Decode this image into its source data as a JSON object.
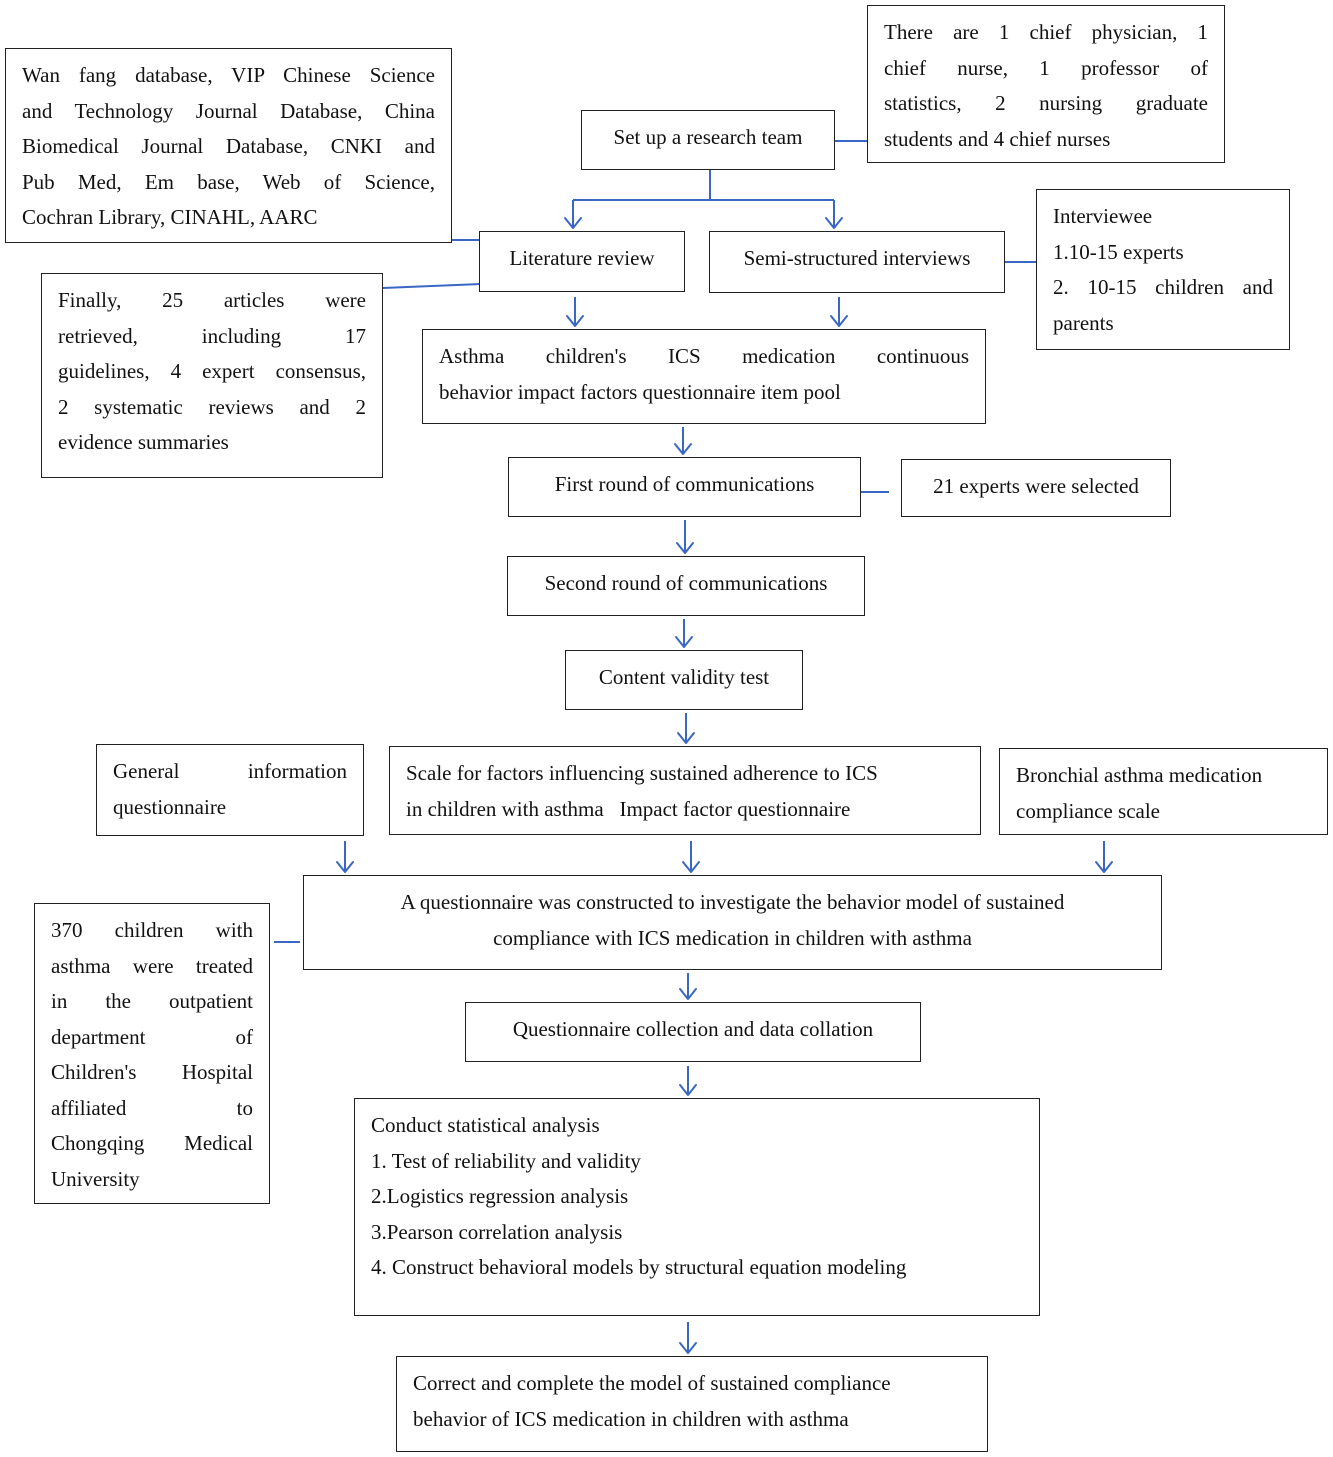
{
  "diagram": {
    "nodes": {
      "team_members": [
        "There are 1 chief physician, 1",
        "chief nurse, 1 professor of",
        "statistics, 2 nursing graduate",
        "students and 4 chief nurses"
      ],
      "databases": [
        "Wan fang database, VIP Chinese Science",
        "and Technology Journal Database, China",
        "Biomedical Journal Database, CNKI and",
        "Pub Med, Em base, Web of Science,",
        "Cochran Library, CINAHL, AARC"
      ],
      "research_team": [
        "Set up a research team"
      ],
      "literature_review": [
        "Literature review"
      ],
      "interviews": [
        "Semi-structured interviews"
      ],
      "interviewee": [
        "Interviewee",
        "1.10-15 experts",
        "2. 10-15 children and",
        "parents"
      ],
      "articles": [
        "Finally, 25 articles were",
        "retrieved, including 17",
        "guidelines, 4 expert consensus,",
        "2 systematic reviews and 2",
        "evidence summaries"
      ],
      "item_pool": [
        "Asthma children's ICS medication continuous",
        "behavior impact factors questionnaire item pool"
      ],
      "first_round": [
        "First round of communications"
      ],
      "experts_selected": [
        "21 experts were selected"
      ],
      "second_round": [
        "Second round of communications"
      ],
      "validity_test": [
        "Content validity test"
      ],
      "general_info": [
        "General information",
        "questionnaire"
      ],
      "scale_factors": [
        "Scale for factors influencing sustained adherence to ICS",
        "in children with asthma   Impact factor questionnaire"
      ],
      "compliance_scale": [
        "Bronchial asthma medication",
        "compliance scale"
      ],
      "constructed_questionnaire": [
        "A questionnaire was constructed to investigate the behavior model of sustained",
        "compliance with ICS medication in children with asthma"
      ],
      "children_sample": [
        "370 children with",
        "asthma were treated",
        "in the outpatient",
        "department of",
        "Children's Hospital",
        "affiliated to",
        "Chongqing Medical",
        "University"
      ],
      "collection": [
        "Questionnaire collection and data collation"
      ],
      "analysis": [
        "Conduct statistical analysis",
        "1. Test of reliability and validity",
        "2.Logistics regression analysis",
        "3.Pearson correlation analysis",
        "4. Construct behavioral models by structural equation modeling"
      ],
      "final_model": [
        "Correct and complete the model of sustained compliance",
        "behavior of ICS medication in children with asthma"
      ]
    },
    "colors": {
      "arrow": "#3a66c4",
      "border": "#222222"
    }
  }
}
